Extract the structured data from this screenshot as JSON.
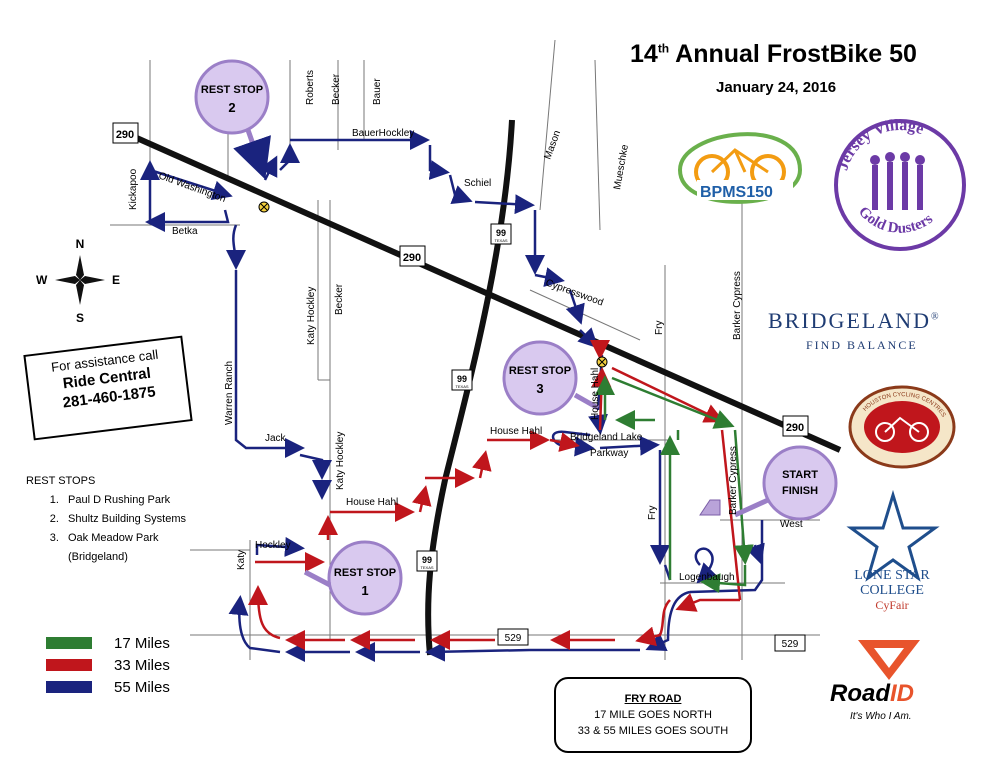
{
  "title": {
    "main": "14",
    "sup": "th",
    "rest": " Annual FrostBike 50"
  },
  "date": "January 24, 2016",
  "assistance": {
    "line1": "For assistance call",
    "line2": "Ride Central",
    "line3": "281-460-1875"
  },
  "compass": {
    "n": "N",
    "s": "S",
    "e": "E",
    "w": "W"
  },
  "rest_stops_heading": "REST STOPS",
  "rest_stops_list": [
    "Paul D Rushing Park",
    "Shultz Building Systems",
    "Oak Meadow Park (Bridgeland)"
  ],
  "legend": [
    {
      "label": "17 Miles",
      "color": "#2e7d32"
    },
    {
      "label": "33 Miles",
      "color": "#c0161c"
    },
    {
      "label": "55 Miles",
      "color": "#1a237e"
    }
  ],
  "fry_note": {
    "heading": "FRY ROAD",
    "line1": "17 MILE GOES NORTH",
    "line2": "33 & 55 MILES GOES SOUTH"
  },
  "rest_stop_bubbles": [
    {
      "label": "REST STOP",
      "num": "2"
    },
    {
      "label": "REST STOP",
      "num": "3"
    },
    {
      "label": "REST STOP",
      "num": "1"
    }
  ],
  "start_finish": {
    "line1": "START",
    "line2": "FINISH"
  },
  "highway_shields": {
    "hwy290": "290",
    "hwy99": "99",
    "hwy529": "529",
    "texas": "TEXAS"
  },
  "streets": {
    "roberts": "Roberts",
    "becker": "Becker",
    "bauer": "Bauer",
    "bauer_hockley": "BauerHockley",
    "schiel": "Schiel",
    "mason": "Mason",
    "mueschke": "Mueschke",
    "kickapoo": "Kickapoo",
    "old_washington": "Old Washington",
    "betka": "Betka",
    "cypresswood": "Cypresswood",
    "fry": "Fry",
    "barker_cypress": "Barker Cypress",
    "katy_hockley": "Katy Hockley",
    "warren_ranch": "Warren Ranch",
    "jack": "Jack",
    "house_hahl": "House Hahl",
    "house_hahl_short": "House Hahl",
    "bridgeland_lake": "Bridgeland Lake",
    "parkway": "Parkway",
    "hockley": "Hockley",
    "katy": "Katy",
    "logenbaugh": "Logenbaugh",
    "west": "West"
  },
  "sponsors": {
    "bpms": "BPMS150",
    "jersey_top": "Jersey Village",
    "jersey_bottom": "Gold Dusters",
    "bridgeland": "BRIDGELAND",
    "bridgeland_reg": "®",
    "find_balance": "FIND BALANCE",
    "houston_cycling": "HOUSTON CYCLING CENTRES",
    "lonestar_1": "LONE STAR",
    "lonestar_2": "COLLEGE",
    "lonestar_3": "CyFair",
    "roadid_a": "Road",
    "roadid_b": "ID",
    "roadid_tag": "It's Who I Am."
  }
}
